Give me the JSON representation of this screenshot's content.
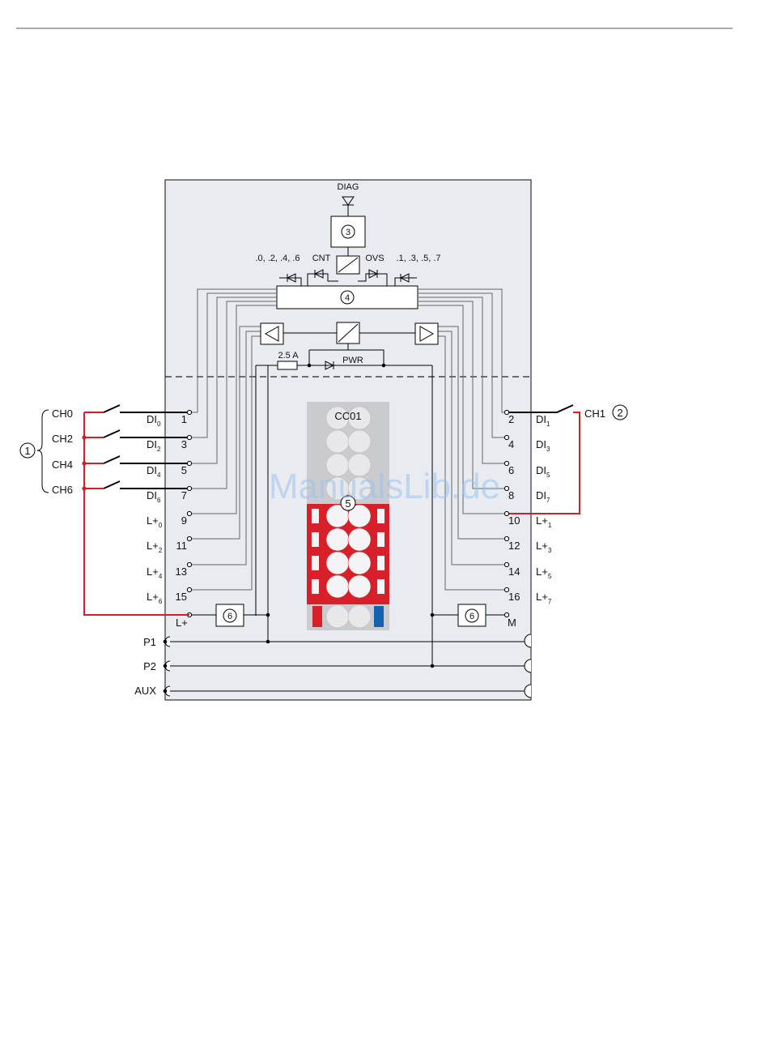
{
  "diagram": {
    "leds_top": {
      "diag": "DIAG",
      "even": ".0, .2, .4, .6",
      "cnt": "CNT",
      "ovs": "OVS",
      "odd": ".1, .3, .5, .7"
    },
    "fuse": "2.5 A",
    "pwr": "PWR",
    "connector": "CC01",
    "watermark": "ManualsLib.de",
    "callouts": {
      "c1": "1",
      "c2": "2",
      "c3": "3",
      "c4": "4",
      "c5": "5",
      "c6a": "6",
      "c6b": "6"
    },
    "channels_left": [
      "CH0",
      "CH2",
      "CH4",
      "CH6"
    ],
    "channel_right": "CH1",
    "terminals_left": [
      {
        "num": "1",
        "sig": "DI",
        "sub": "0"
      },
      {
        "num": "3",
        "sig": "DI",
        "sub": "2"
      },
      {
        "num": "5",
        "sig": "DI",
        "sub": "4"
      },
      {
        "num": "7",
        "sig": "DI",
        "sub": "6"
      },
      {
        "num": "9",
        "sig": "L+",
        "sub": "0"
      },
      {
        "num": "11",
        "sig": "L+",
        "sub": "2"
      },
      {
        "num": "13",
        "sig": "L+",
        "sub": "4"
      },
      {
        "num": "15",
        "sig": "L+",
        "sub": "6"
      }
    ],
    "terminals_right": [
      {
        "num": "2",
        "sig": "DI",
        "sub": "1"
      },
      {
        "num": "4",
        "sig": "DI",
        "sub": "3"
      },
      {
        "num": "6",
        "sig": "DI",
        "sub": "5"
      },
      {
        "num": "8",
        "sig": "DI",
        "sub": "7"
      },
      {
        "num": "10",
        "sig": "L+",
        "sub": "1"
      },
      {
        "num": "12",
        "sig": "L+",
        "sub": "3"
      },
      {
        "num": "14",
        "sig": "L+",
        "sub": "5"
      },
      {
        "num": "16",
        "sig": "L+",
        "sub": "7"
      }
    ],
    "lplus": "L+",
    "m": "M",
    "buses": [
      "P1",
      "P2",
      "AUX"
    ],
    "colors": {
      "wire_red": "#d02027",
      "module_fill": "#e8ebef",
      "cc_red": "#d8202a",
      "cc_blue": "#1262b0",
      "cc_gray": "#c9cbcf"
    }
  }
}
